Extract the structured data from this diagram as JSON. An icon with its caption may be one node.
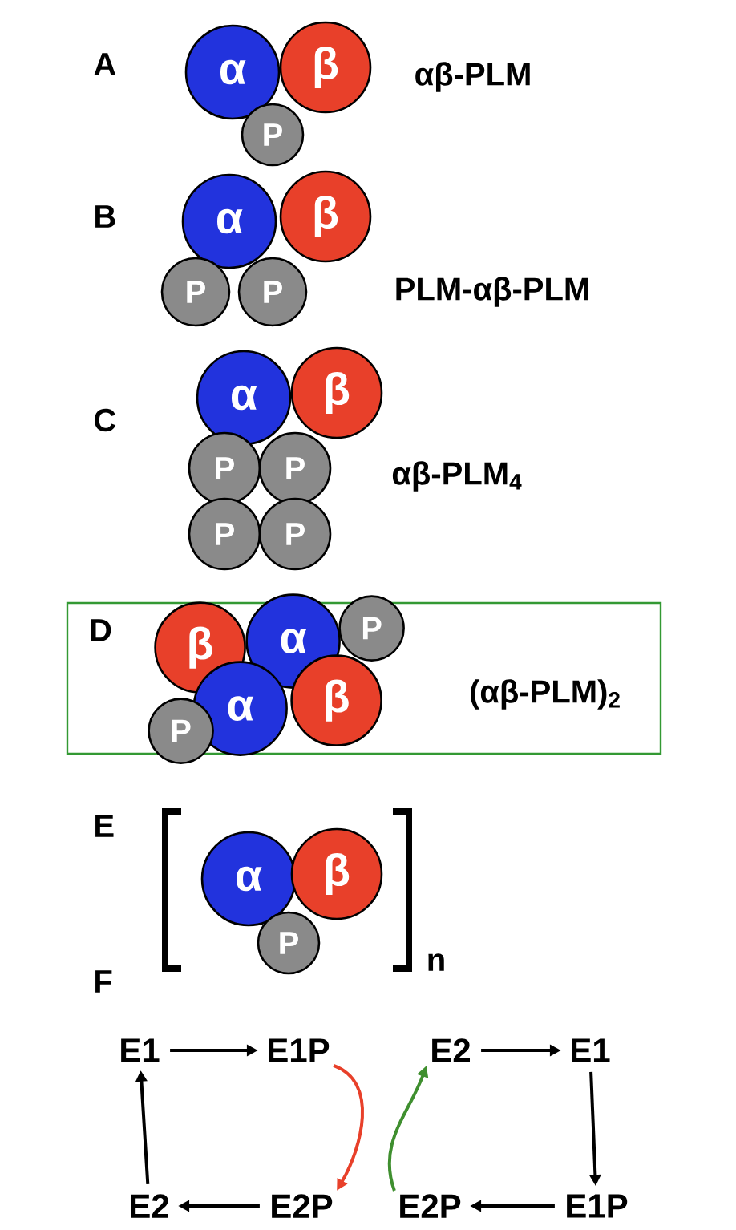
{
  "diagram": {
    "nodes": [
      {
        "text": [
          "α"
        ]
      },
      {
        "text": [
          "β"
        ]
      },
      {
        "text": [
          "P"
        ]
      },
      {
        "text": [
          "α"
        ]
      },
      {
        "text": [
          "β"
        ]
      },
      {
        "text": [
          "P"
        ]
      },
      {
        "text": [
          "P"
        ]
      },
      {
        "text": [
          "α"
        ]
      },
      {
        "text": [
          "β"
        ]
      },
      {
        "text": [
          "P"
        ]
      },
      {
        "text": [
          "P"
        ]
      },
      {
        "text": [
          "P"
        ]
      },
      {
        "text": [
          "P"
        ]
      },
      {
        "text": [
          "D",
          "(αβ-PLM)$_{2}$"
        ]
      },
      {
        "text": [
          "β"
        ],
        "in": 13
      },
      {
        "text": [
          "α"
        ],
        "in": 13
      },
      {
        "text": [
          "P"
        ],
        "in": 13
      },
      {
        "text": [
          "α"
        ],
        "in": 13
      },
      {
        "text": [
          "β"
        ],
        "in": 13
      },
      {
        "text": [
          "P"
        ],
        "in": 13
      },
      {
        "text": [
          "α"
        ]
      },
      {
        "text": [
          "β"
        ]
      },
      {
        "text": [
          "P"
        ]
      },
      {
        "text": [
          "E1"
        ]
      },
      {
        "text": [
          "E1P"
        ]
      },
      {
        "text": [
          "E2"
        ]
      },
      {
        "text": [
          "E1"
        ]
      },
      {
        "text": [
          "E2"
        ]
      },
      {
        "text": [
          "E2P"
        ]
      },
      {
        "text": [
          "E2P"
        ]
      },
      {
        "text": [
          "E1P"
        ]
      }
    ],
    "edges": [
      {
        "from": 23,
        "to": 24,
        "arrow": "to"
      },
      {
        "from": 25,
        "to": 26,
        "arrow": "to"
      },
      {
        "from": 26,
        "to": 30,
        "arrow": "to"
      },
      {
        "from": 30,
        "to": 29,
        "arrow": "to"
      },
      {
        "from": 28,
        "to": 27,
        "arrow": "to"
      },
      {
        "from": 27,
        "to": 23,
        "arrow": "to"
      },
      {
        "from": 24,
        "to": 28,
        "arrow": "to",
        "color": "#e8402a"
      },
      {
        "from": 29,
        "to": 25,
        "arrow": "to",
        "color": "#3f8f2f"
      }
    ],
    "labels": [
      "A",
      "αβ-PLM",
      "B",
      "PLM-αβ-PLM",
      "C",
      "αβ-PLM$_{4}$",
      "E",
      "n",
      "F"
    ]
  }
}
